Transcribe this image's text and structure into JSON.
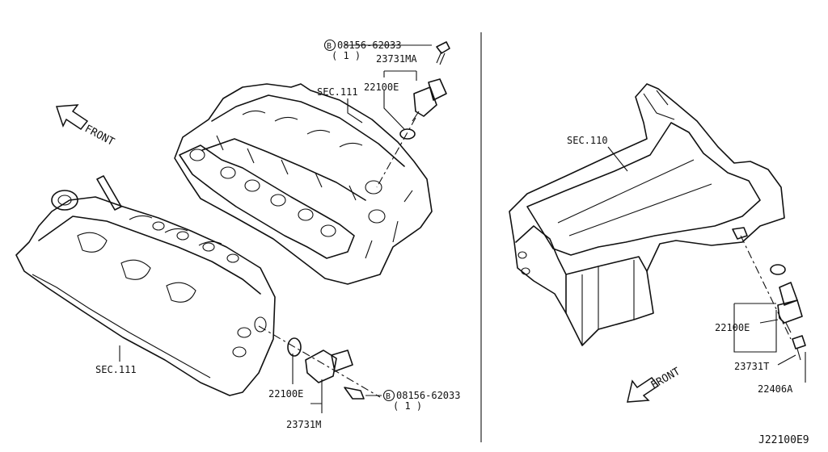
{
  "labels": {
    "left": {
      "bolt_top_part": "08156-62033",
      "bolt_top_qty": "( 1 )",
      "sensor_top": "23731MA",
      "oring_top": "22100E",
      "sec_upper": "SEC.111",
      "front": "FRONT",
      "sec_lower": "SEC.111",
      "oring_bottom": "22100E",
      "sensor_bottom": "23731M",
      "bolt_bottom_part": "08156-62033",
      "bolt_bottom_qty": "( 1 )"
    },
    "right": {
      "sec_block": "SEC.110",
      "oring": "22100E",
      "sensor": "23731T",
      "bolt": "22406A",
      "front": "FRONT"
    },
    "bolt_marker": "B",
    "diagram_code": "J22100E9"
  },
  "icons": [
    "bolt-marker-icon",
    "front-arrow-icon"
  ]
}
